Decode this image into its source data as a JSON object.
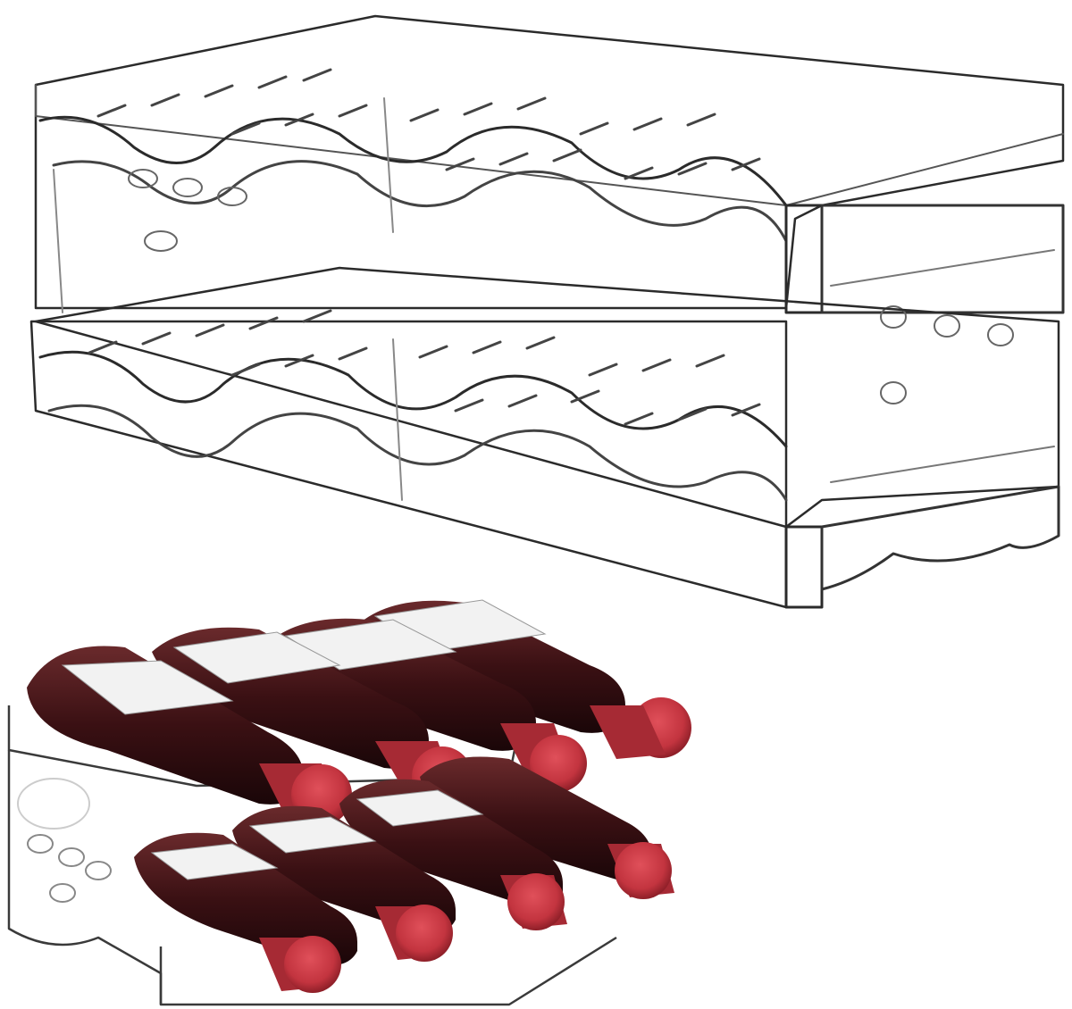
{
  "product": {
    "colors": {
      "acrylic_stroke": "#2b2b2b",
      "acrylic_light": "#9a9a9a",
      "bottle_glass": "#3a1013",
      "bottle_highlight": "#6a2a2c",
      "capsule": "#c3343f",
      "capsule_dark": "#8e1f28",
      "label": "#f2f2f2",
      "background": "#ffffff"
    },
    "rack_tiers": 2,
    "bottles_per_tier": 4,
    "bottle_count": 8
  }
}
